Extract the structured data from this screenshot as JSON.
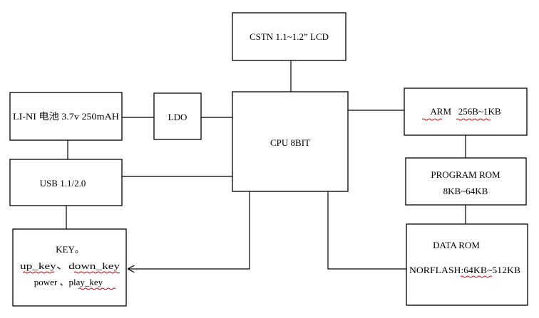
{
  "blocks": {
    "lcd": {
      "label": "CSTN 1.1~1.2” LCD"
    },
    "battery": {
      "label": "LI-NI 电池 3.7v 250mAH"
    },
    "ldo": {
      "label": "LDO"
    },
    "cpu": {
      "label": "CPU 8BIT"
    },
    "arm": {
      "label": "ARM   256B~1KB"
    },
    "usb": {
      "label": "USB 1.1/2.0"
    },
    "program_rom": {
      "line1": "PROGRAM ROM",
      "line2": "8KB~64KB"
    },
    "key": {
      "line1": "KEY。",
      "line2": "up_key、down_key",
      "line3": "power 、play_key"
    },
    "data_rom": {
      "line1": "DATA ROM",
      "line2": "NORFLASH:64KB~512KB"
    }
  },
  "colors": {
    "stroke": "#000000",
    "spellcheck_underline": "#c00000"
  }
}
